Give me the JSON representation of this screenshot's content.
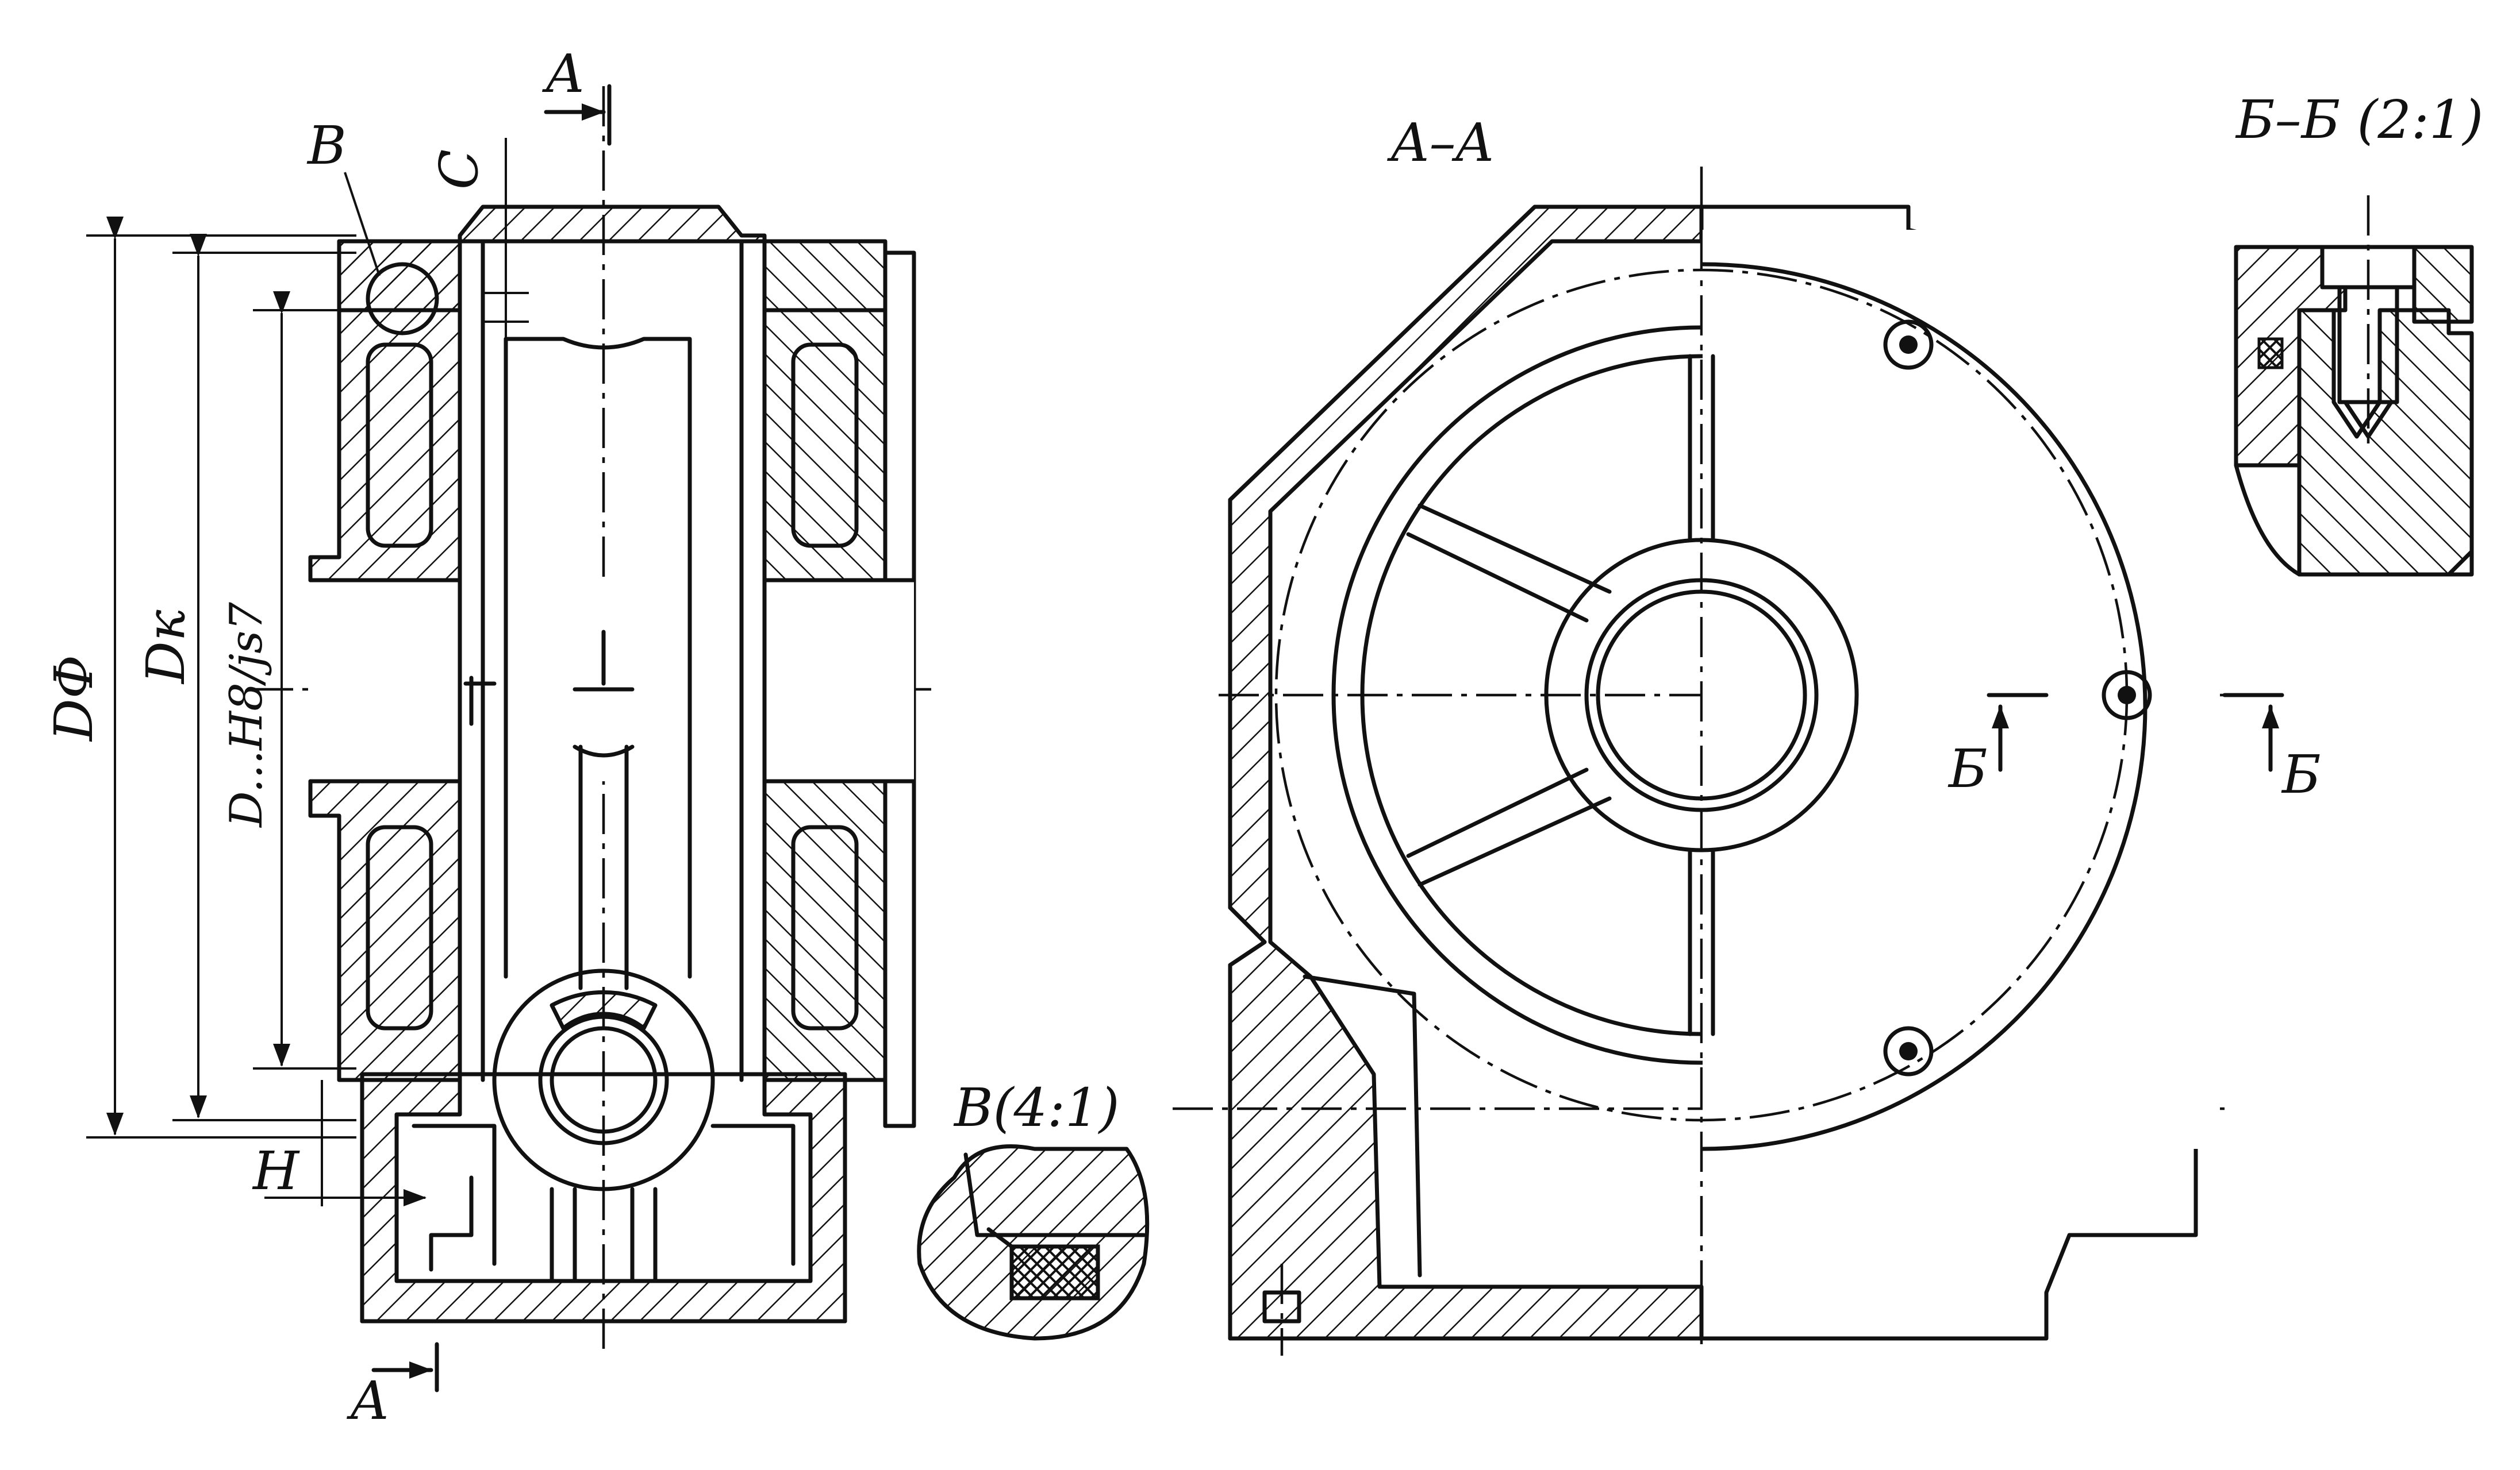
{
  "labels": {
    "section_a_top": "A",
    "section_a_bottom": "A",
    "detail_v": "B",
    "dim_c": "C",
    "dim_h": "H",
    "dim_df": "DФ",
    "dim_dk": "Dк",
    "dim_fit": "D...H8/js7",
    "view_aa": "A–A",
    "view_bb": "Б–Б (2:1)",
    "section_b_left": "Б",
    "section_b_right": "Б",
    "detail_v_scale": "B(4:1)"
  },
  "colors": {
    "ink": "#111111",
    "paper": "#ffffff"
  }
}
